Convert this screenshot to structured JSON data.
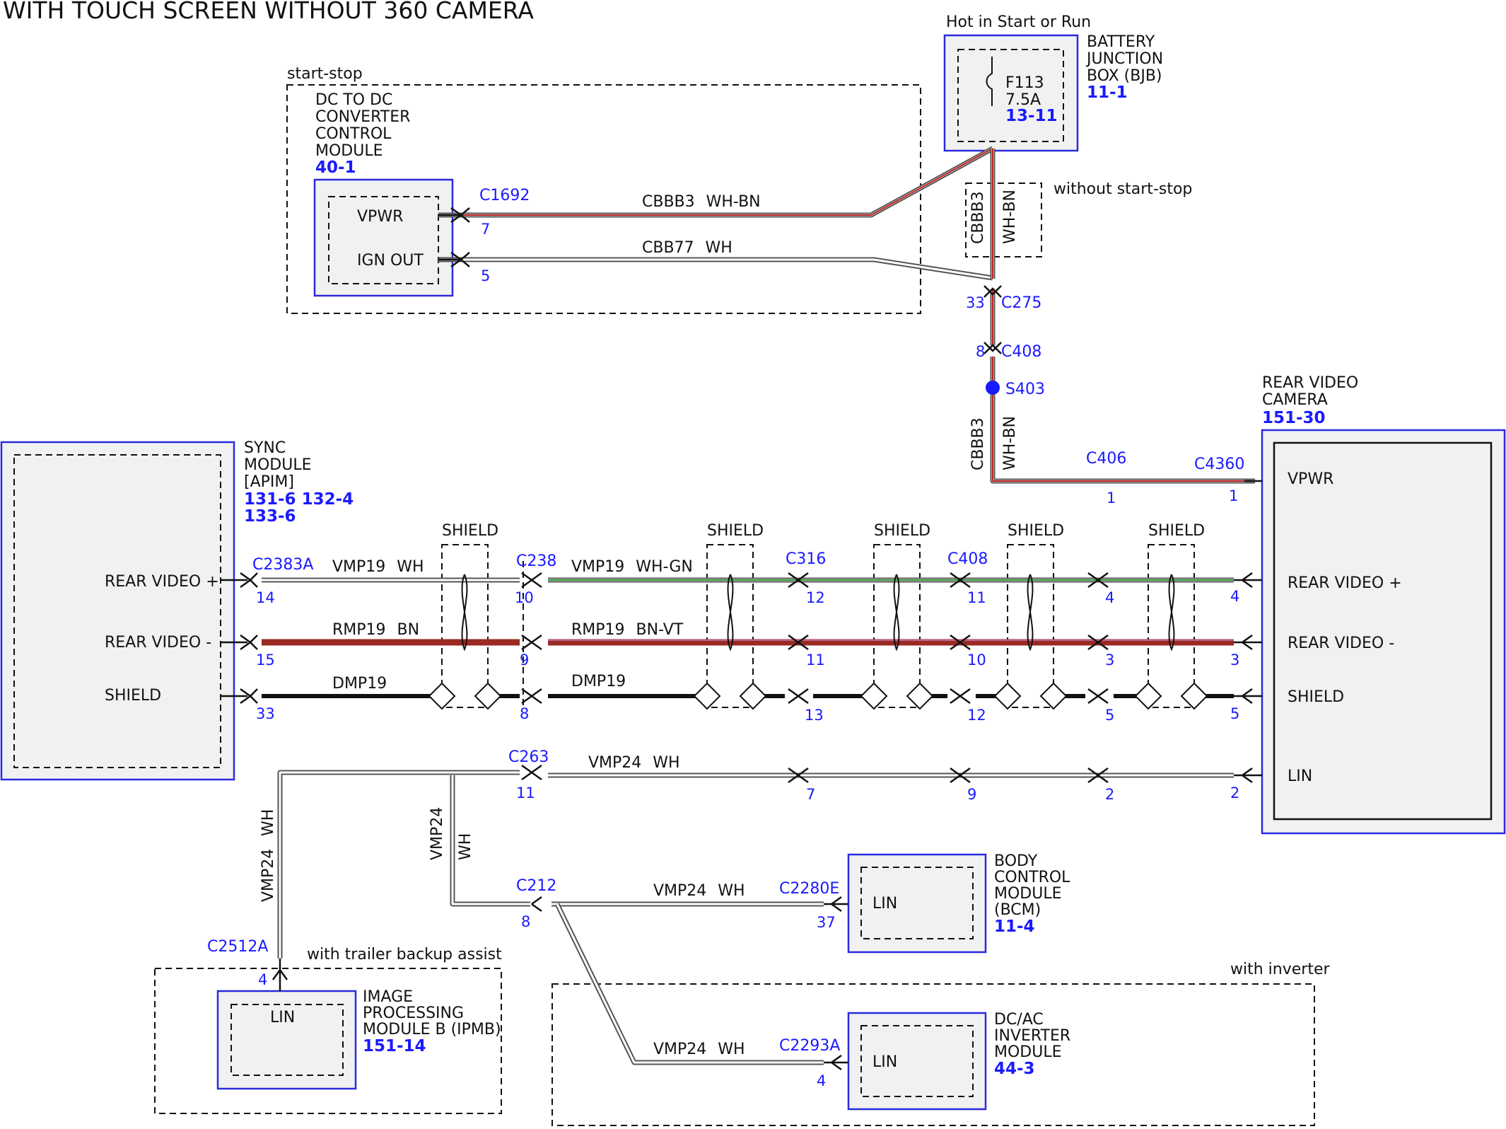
{
  "title": "WITH TOUCH SCREEN WITHOUT 360 CAMERA",
  "annotations": {
    "start_stop": "start-stop",
    "hot_in": "Hot in Start or Run",
    "without_start_stop": "without start-stop",
    "with_trailer": "with trailer backup assist",
    "with_inverter": "with inverter"
  },
  "modules": {
    "dcdc": {
      "name": [
        "DC TO DC",
        "CONVERTER",
        "CONTROL",
        "MODULE"
      ],
      "ref": "40-1",
      "pins": [
        "VPWR",
        "IGN OUT"
      ]
    },
    "bjb": {
      "name": [
        "BATTERY",
        "JUNCTION",
        "BOX (BJB)"
      ],
      "ref": "11-1",
      "fuse": "F113",
      "fuse_rating": "7.5A",
      "fuse_ref": "13-11"
    },
    "sync": {
      "name": [
        "SYNC",
        "MODULE",
        "[APIM]"
      ],
      "ref1": "131-6 132-4",
      "ref2": "133-6",
      "pins": [
        "REAR VIDEO +",
        "REAR VIDEO -",
        "SHIELD"
      ]
    },
    "camera": {
      "name": [
        "REAR VIDEO",
        "CAMERA"
      ],
      "ref": "151-30",
      "pins": [
        "VPWR",
        "REAR VIDEO +",
        "REAR VIDEO -",
        "SHIELD",
        "LIN"
      ]
    },
    "bcm": {
      "name": [
        "BODY",
        "CONTROL",
        "MODULE",
        "(BCM)"
      ],
      "ref": "11-4",
      "pin": "LIN"
    },
    "ipmb": {
      "name": [
        "IMAGE",
        "PROCESSING",
        "MODULE B (IPMB)"
      ],
      "ref": "151-14",
      "pin": "LIN"
    },
    "inverter": {
      "name": [
        "DC/AC",
        "INVERTER",
        "MODULE"
      ],
      "ref": "44-3",
      "pin": "LIN"
    }
  },
  "connectors": {
    "c1692": {
      "id": "C1692",
      "pins": [
        "7",
        "5"
      ]
    },
    "c275": {
      "id": "C275",
      "pin": "33"
    },
    "c408a": {
      "id": "C408",
      "pin": "8"
    },
    "s403": {
      "id": "S403"
    },
    "c406": {
      "id": "C406",
      "pins": [
        "1",
        "4",
        "3",
        "5",
        "2"
      ]
    },
    "c4360": {
      "id": "C4360",
      "pins": [
        "1",
        "4",
        "3",
        "5",
        "2"
      ]
    },
    "c2383a": {
      "id": "C2383A",
      "pins": [
        "14",
        "15",
        "33"
      ]
    },
    "c238": {
      "id": "C238",
      "pins": [
        "10",
        "9",
        "8"
      ]
    },
    "c316": {
      "id": "C316",
      "pins": [
        "12",
        "11",
        "13",
        "7"
      ]
    },
    "c408b": {
      "id": "C408",
      "pins": [
        "11",
        "10",
        "12",
        "9"
      ]
    },
    "c263": {
      "id": "C263",
      "pin": "11"
    },
    "c212": {
      "id": "C212",
      "pin": "8"
    },
    "c2280e": {
      "id": "C2280E",
      "pin": "37"
    },
    "c2512a": {
      "id": "C2512A",
      "pin": "4"
    },
    "c2293a": {
      "id": "C2293A",
      "pin": "4"
    }
  },
  "wires": {
    "cbbb3": "CBBB3",
    "whbn": "WH-BN",
    "cbb77": "CBB77",
    "wh": "WH",
    "vmp19": "VMP19",
    "whgn": "WH-GN",
    "rmp19": "RMP19",
    "bn": "BN",
    "bnvt": "BN-VT",
    "dmp19": "DMP19",
    "vmp24": "VMP24",
    "shield": "SHIELD"
  },
  "colors": {
    "accent": "#1a1aff",
    "brown_wire": "#9a2a22",
    "green_stripe": "#3aa03a",
    "red_stripe": "#c02020"
  }
}
